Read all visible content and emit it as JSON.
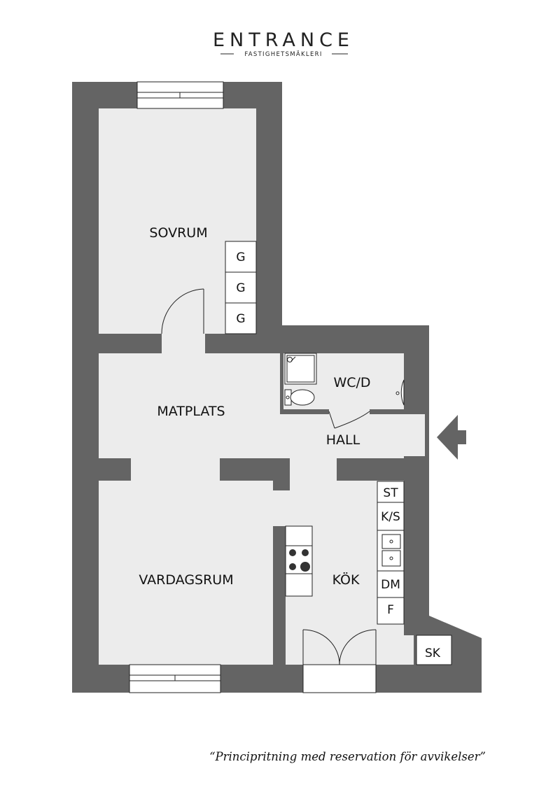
{
  "logo": {
    "name": "ENTRANCE",
    "tagline": "FASTIGHETSMÄKLERI"
  },
  "rooms": {
    "sovrum": "SOVRUM",
    "matplats": "MATPLATS",
    "wc": "WC/D",
    "hall": "HALL",
    "vardagsrum": "VARDAGSRUM",
    "kok": "KÖK"
  },
  "fixtures": {
    "wardrobe_1": "G",
    "wardrobe_2": "G",
    "wardrobe_3": "G",
    "stove_label": "ST",
    "fridge_freezer": "K/S",
    "dishwasher": "DM",
    "freezer": "F",
    "closet": "SK"
  },
  "disclaimer": "“Principritning med reservation för avvikelser”",
  "colors": {
    "wall": "#646464",
    "floor": "#ececec",
    "line": "#222222",
    "background": "#ffffff"
  }
}
